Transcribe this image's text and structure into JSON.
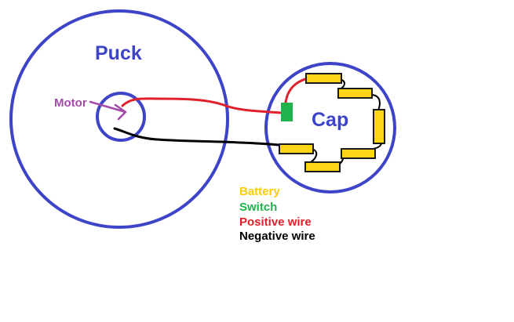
{
  "labels": {
    "puck": "Puck",
    "cap": "Cap",
    "motor": "Motor"
  },
  "legend": {
    "battery": "Battery",
    "switch": "Switch",
    "positive_wire": "Positive wire",
    "negative_wire": "Negative wire"
  },
  "colors": {
    "outline": "#3e44c8",
    "puck_label": "#3e44c8",
    "motor_label": "#a34aa8",
    "battery": "#ffd51a",
    "battery_stroke": "#1a1a1a",
    "switch": "#22b14c",
    "positive_wire": "#e0202a",
    "negative_wire": "#000000",
    "legend_battery": "#ffcc00",
    "legend_switch": "#22b14c",
    "legend_positive": "#e0202a",
    "legend_negative": "#000000"
  }
}
